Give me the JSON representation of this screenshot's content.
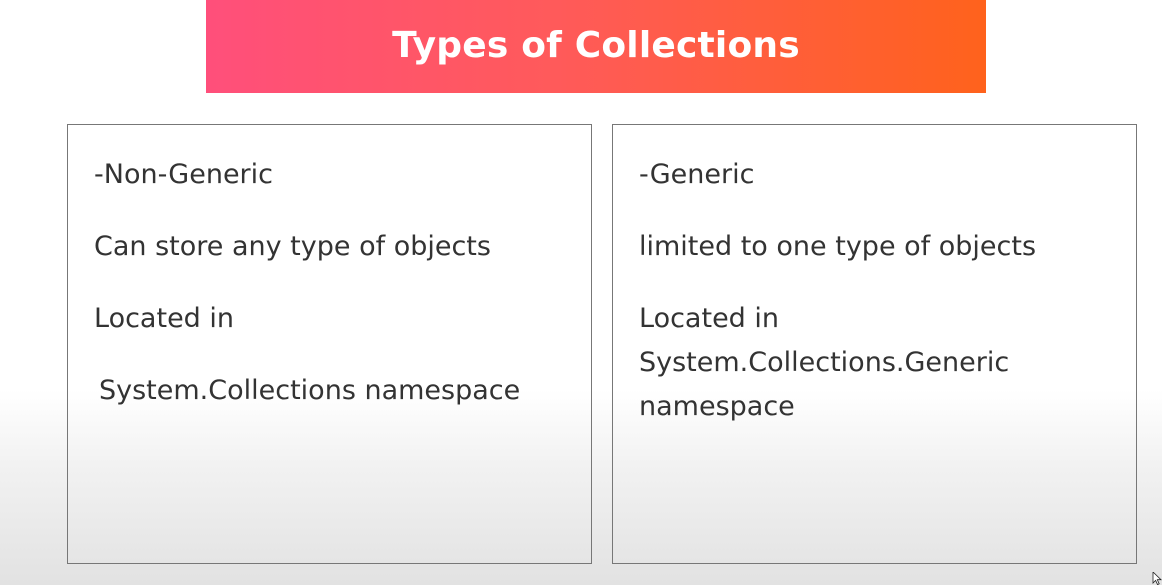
{
  "title": "Types of Collections",
  "colors": {
    "banner_start": "#ff4f7b",
    "banner_end": "#ff621c",
    "text": "#333333",
    "border": "#777777"
  },
  "cards": [
    {
      "heading": "-Non-Generic",
      "description": "Can store any type of objects",
      "location_label": "Located in",
      "namespace": "System.Collections namespace"
    },
    {
      "heading": "-Generic",
      "description": "limited to one type of objects",
      "location_label": "Located in",
      "namespace": "System.Collections.Generic",
      "namespace_suffix": "namespace"
    }
  ],
  "icons": {
    "cursor": "mouse-pointer-icon"
  }
}
